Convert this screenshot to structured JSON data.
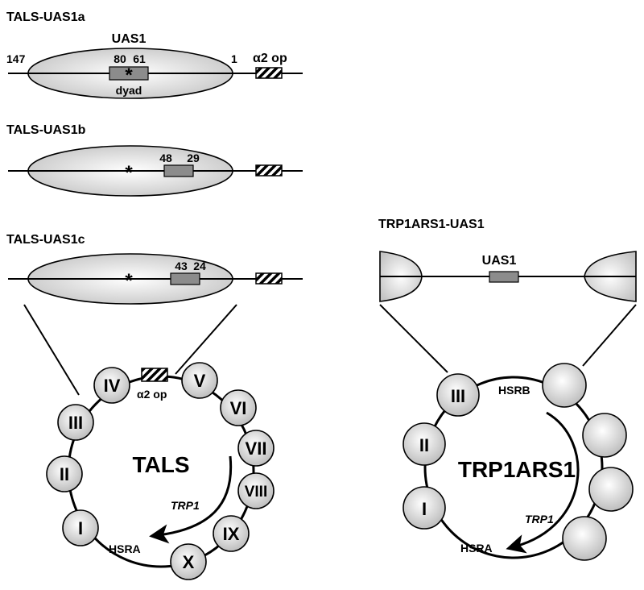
{
  "panels": {
    "a": {
      "title": "TALS-UAS1a",
      "uas_label": "UAS1",
      "left_num": "147",
      "right_num": "1",
      "box_left": "80",
      "box_right": "61",
      "star": "*",
      "dyad": "dyad",
      "operator": "α2 op"
    },
    "b": {
      "title": "TALS-UAS1b",
      "star": "*",
      "box_left": "48",
      "box_right": "29"
    },
    "c": {
      "title": "TALS-UAS1c",
      "star": "*",
      "box_left": "43",
      "box_right": "24"
    },
    "trp": {
      "title": "TRP1ARS1-UAS1",
      "uas_label": "UAS1"
    }
  },
  "tals_plasmid": {
    "name": "TALS",
    "nucleosomes": [
      "IV",
      "V",
      "VI",
      "VII",
      "VIII",
      "IX",
      "X",
      "I",
      "II",
      "III"
    ],
    "operator": "α2 op",
    "gene": "TRP1",
    "hsra": "HSRA"
  },
  "trp1ars1_plasmid": {
    "name": "TRP1ARS1",
    "nucleosomes": [
      "III",
      "II",
      "I"
    ],
    "gene": "TRP1",
    "hsra": "HSRA",
    "hsrb": "HSRB"
  }
}
